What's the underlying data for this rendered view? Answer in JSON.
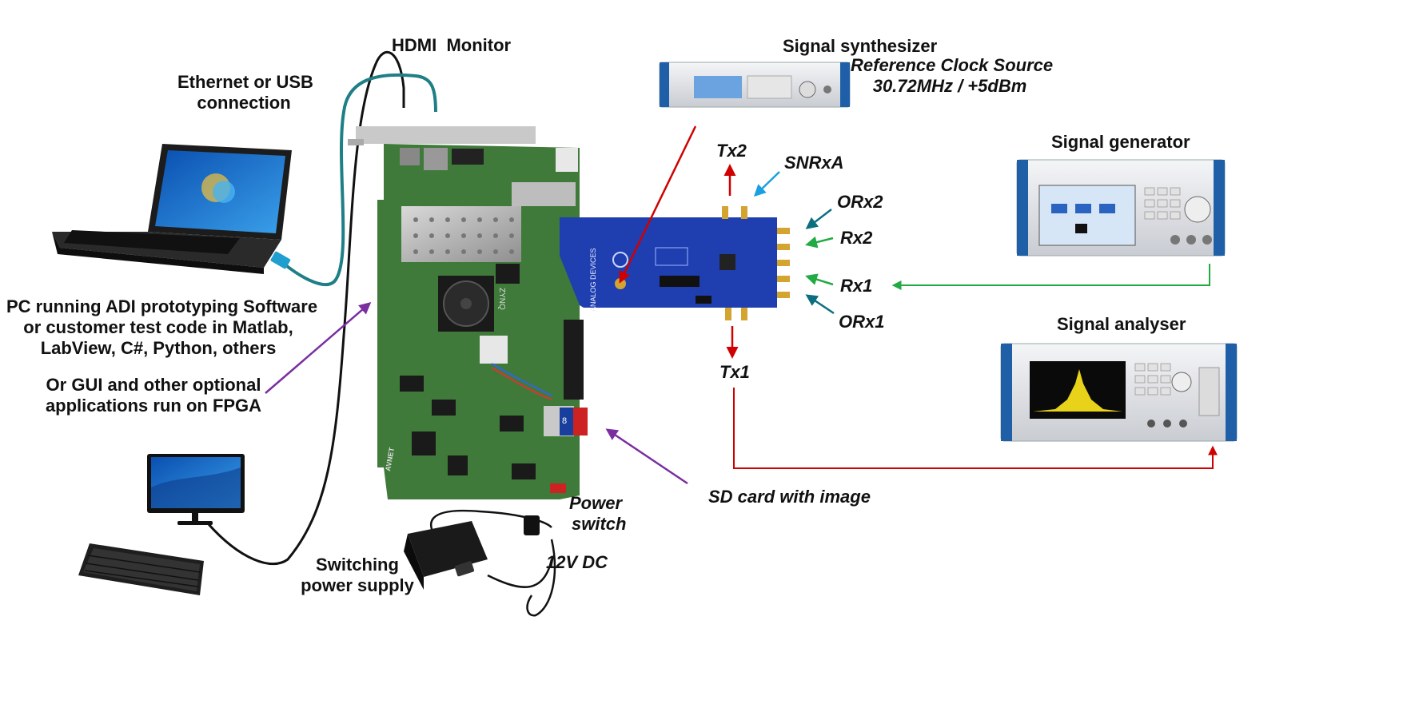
{
  "labels": {
    "hdmi_monitor": "HDMI  Monitor",
    "ethernet_usb": [
      "Ethernet or USB",
      "connection"
    ],
    "pc_running": [
      "PC running ADI prototyping Software",
      "or customer test code in Matlab,",
      "LabView, C#, Python, others"
    ],
    "gui_fpga": [
      "Or GUI and other optional",
      "applications run on FPGA"
    ],
    "switching_supply": [
      "Switching",
      "power supply"
    ],
    "power_switch": [
      "Power",
      "switch"
    ],
    "dc_12v": "12V DC",
    "sd_card": "SD card with image",
    "signal_synth": "Signal synthesizer",
    "ref_clock": [
      "Reference Clock Source",
      "30.72MHz / +5dBm"
    ],
    "signal_gen": "Signal generator",
    "signal_analyser": "Signal analyser",
    "ports": {
      "tx2": "Tx2",
      "snrxa": "SNRxA",
      "orx2": "ORx2",
      "rx2": "Rx2",
      "rx1": "Rx1",
      "orx1": "ORx1",
      "tx1": "Tx1"
    }
  },
  "colors": {
    "red_arrow": "#d00000",
    "green_arrow": "#22aa44",
    "teal_arrow": "#0b6f80",
    "blue_arrow": "#1aa0e0",
    "purple_arrow": "#7a2ea0",
    "fpga_board": "#3f7a3a",
    "adi_board": "#1f3fb0",
    "cable_teal": "#1f7f86",
    "cable_black": "#111111"
  },
  "devices": {
    "board_chip_text": "ZYNQ",
    "adi_logo_text": "ANALOG DEVICES",
    "fpga_vendor_text": "AVNET",
    "sd_card_text": "8"
  }
}
